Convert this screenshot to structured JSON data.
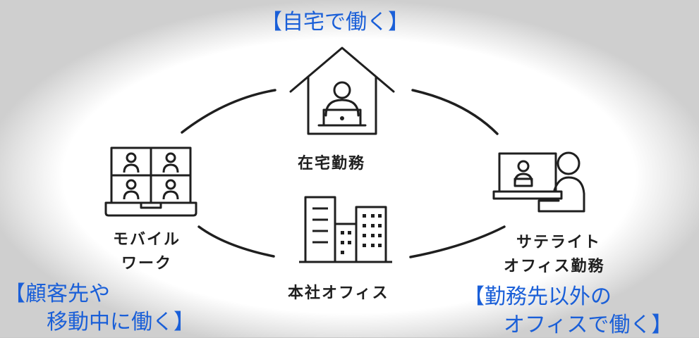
{
  "captions": {
    "home_caption": "【自宅で働く】",
    "client_caption_line1": "【顧客先や",
    "client_caption_line2": "移動中に働く】",
    "satellite_caption_line1": "【勤務先以外の",
    "satellite_caption_line2": "オフィスで働く】"
  },
  "nodes": {
    "home": "在宅勤務",
    "mobile_line1": "モバイル",
    "mobile_line2": "ワーク",
    "office": "本社オフィス",
    "satellite_line1": "サテライト",
    "satellite_line2": "オフィス勤務"
  },
  "colors": {
    "caption_blue": "#1a5fd8",
    "line": "#1f1f1f"
  },
  "icons": [
    "house-with-laptop-user-icon",
    "video-conference-laptop-icon",
    "office-buildings-icon",
    "person-at-laptop-icon"
  ]
}
